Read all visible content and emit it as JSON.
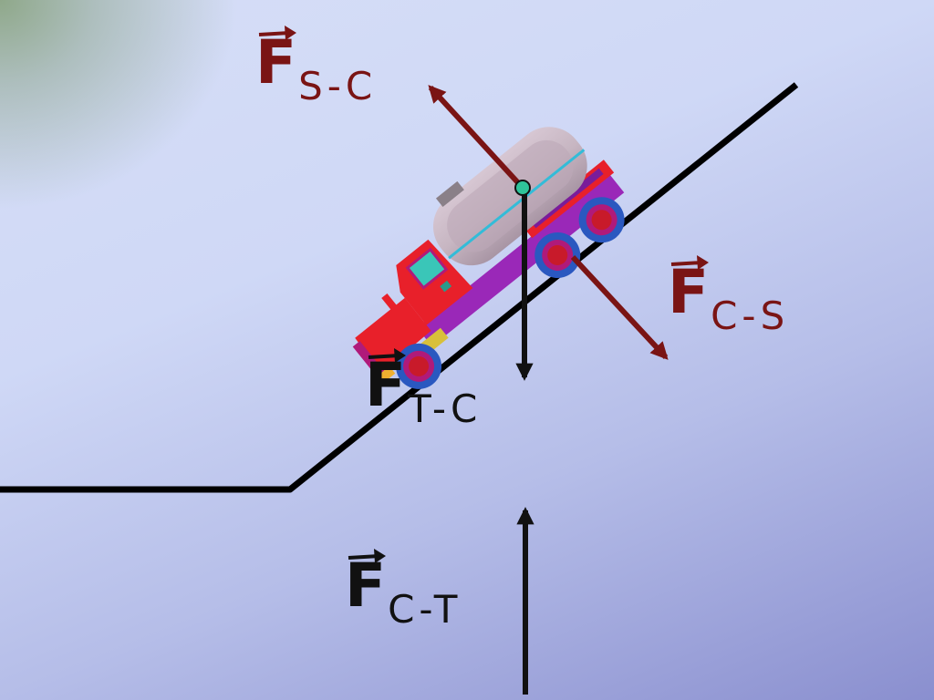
{
  "labels": {
    "f_sc": {
      "main": "F",
      "sub": "S-C"
    },
    "f_cs": {
      "main": "F",
      "sub": "C-S"
    },
    "f_tc": {
      "main": "F",
      "sub": "T-C"
    },
    "f_ct": {
      "main": "F",
      "sub": "C-T"
    }
  },
  "colors": {
    "force_dark_red": "#7a1414",
    "force_black": "#111111",
    "ground": "#000000",
    "truck_body": "#e8202a",
    "truck_trim": "#b01a7a",
    "tank": "#c9b8c4",
    "tank_stripe": "#33bcd8",
    "window": "#3ac6b8",
    "wheel": "#2a58c0",
    "point": "#2fc49a"
  }
}
